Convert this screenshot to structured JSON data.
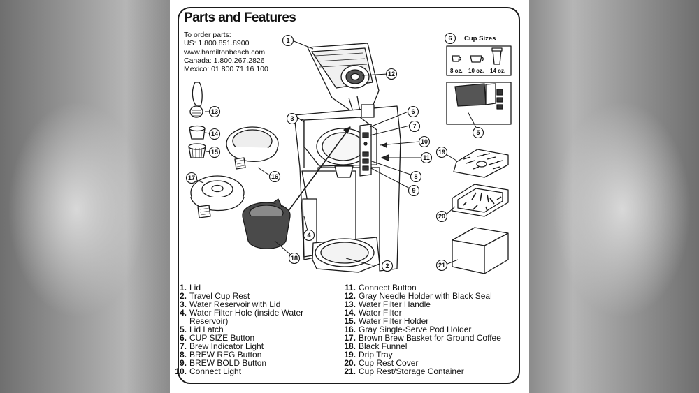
{
  "title": "Parts and Features",
  "contact": [
    "To order parts:",
    "US: 1.800.851.8900",
    "www.hamiltonbeach.com",
    "Canada: 1.800.267.2826",
    "Mexico: 01 800 71 16 100"
  ],
  "cup_sizes": {
    "number": "6",
    "label": "Cup Sizes",
    "sizes": [
      "8 oz.",
      "10 oz.",
      "14 oz."
    ]
  },
  "parts_left": [
    {
      "num": "1.",
      "label": "Lid"
    },
    {
      "num": "2.",
      "label": "Travel Cup Rest"
    },
    {
      "num": "3.",
      "label": "Water Reservoir with Lid"
    },
    {
      "num": "4.",
      "label": "Water Filter Hole (inside Water Reservoir)"
    },
    {
      "num": "5.",
      "label": "Lid Latch"
    },
    {
      "num": "6.",
      "label": "CUP SIZE Button"
    },
    {
      "num": "7.",
      "label": "Brew Indicator Light"
    },
    {
      "num": "8.",
      "label": "BREW REG Button"
    },
    {
      "num": "9.",
      "label": "BREW BOLD Button"
    },
    {
      "num": "10.",
      "label": "Connect Light"
    }
  ],
  "parts_right": [
    {
      "num": "11.",
      "label": "Connect Button"
    },
    {
      "num": "12.",
      "label": "Gray Needle Holder with Black Seal"
    },
    {
      "num": "13.",
      "label": "Water Filter Handle"
    },
    {
      "num": "14.",
      "label": "Water Filter"
    },
    {
      "num": "15.",
      "label": "Water Filter Holder"
    },
    {
      "num": "16.",
      "label": "Gray Single-Serve Pod Holder"
    },
    {
      "num": "17.",
      "label": "Brown Brew Basket for Ground Coffee"
    },
    {
      "num": "18.",
      "label": "Black Funnel"
    },
    {
      "num": "19.",
      "label": "Drip Tray"
    },
    {
      "num": "20.",
      "label": "Cup Rest Cover"
    },
    {
      "num": "21.",
      "label": "Cup Rest/Storage Container"
    }
  ],
  "callouts": [
    "1",
    "2",
    "3",
    "4",
    "5",
    "6",
    "7",
    "8",
    "9",
    "10",
    "11",
    "12",
    "13",
    "14",
    "15",
    "16",
    "17",
    "18",
    "19",
    "20",
    "21"
  ]
}
